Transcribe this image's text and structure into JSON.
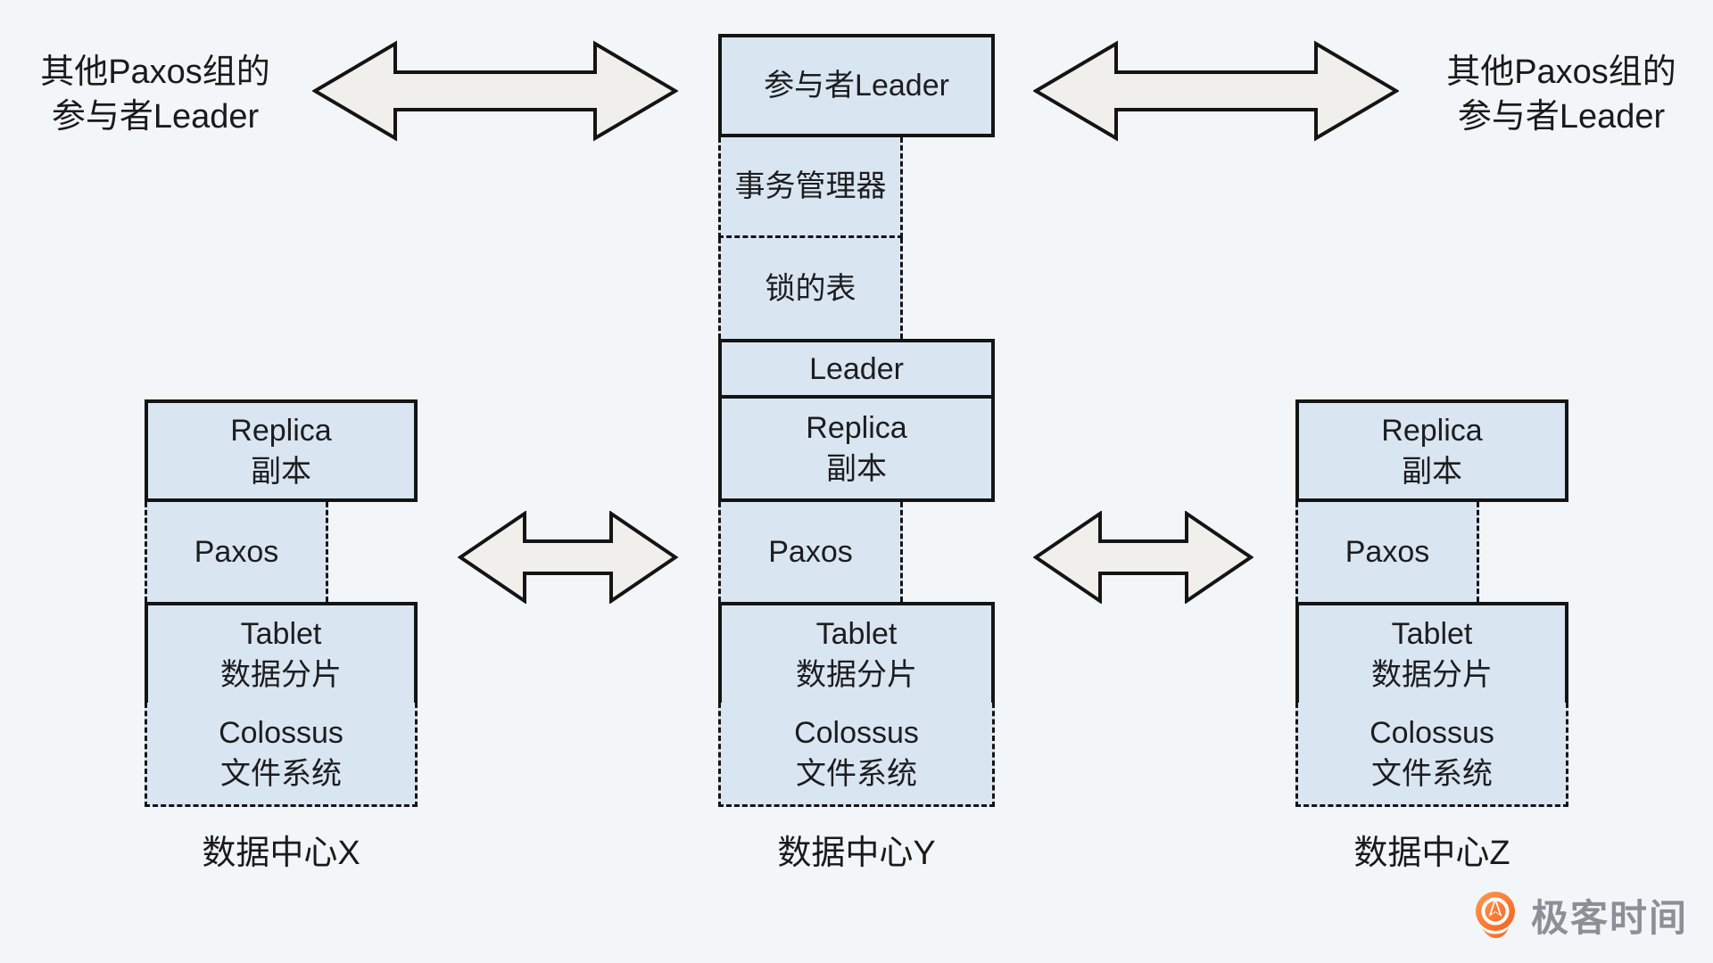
{
  "palette": {
    "background": "#f2f6f9",
    "box_fill": "#d9e6f2",
    "box_border": "#141414",
    "arrow_fill": "#f0efec",
    "text": "#1d1d1f",
    "brand_orange": "#f4611c",
    "brand_orange_light": "#ff9a52",
    "brand_gray": "#8c9096"
  },
  "labels": {
    "other_paxos_left": {
      "line1": "其他Paxos组的",
      "line2": "参与者Leader"
    },
    "other_paxos_right": {
      "line1": "其他Paxos组的",
      "line2": "参与者Leader"
    }
  },
  "center": {
    "participant_leader": "参与者Leader",
    "transaction_manager": "事务管理器",
    "lock_table": "锁的表",
    "leader": "Leader"
  },
  "columns": [
    {
      "replica_en": "Replica",
      "replica_cn": "副本",
      "paxos": "Paxos",
      "tablet_en": "Tablet",
      "tablet_cn": "数据分片",
      "colossus_en": "Colossus",
      "colossus_cn": "文件系统",
      "datacenter": "数据中心X"
    },
    {
      "replica_en": "Replica",
      "replica_cn": "副本",
      "paxos": "Paxos",
      "tablet_en": "Tablet",
      "tablet_cn": "数据分片",
      "colossus_en": "Colossus",
      "colossus_cn": "文件系统",
      "datacenter": "数据中心Y"
    },
    {
      "replica_en": "Replica",
      "replica_cn": "副本",
      "paxos": "Paxos",
      "tablet_en": "Tablet",
      "tablet_cn": "数据分片",
      "colossus_en": "Colossus",
      "colossus_cn": "文件系统",
      "datacenter": "数据中心Z"
    }
  ],
  "watermark": {
    "brand": "极客时间"
  }
}
